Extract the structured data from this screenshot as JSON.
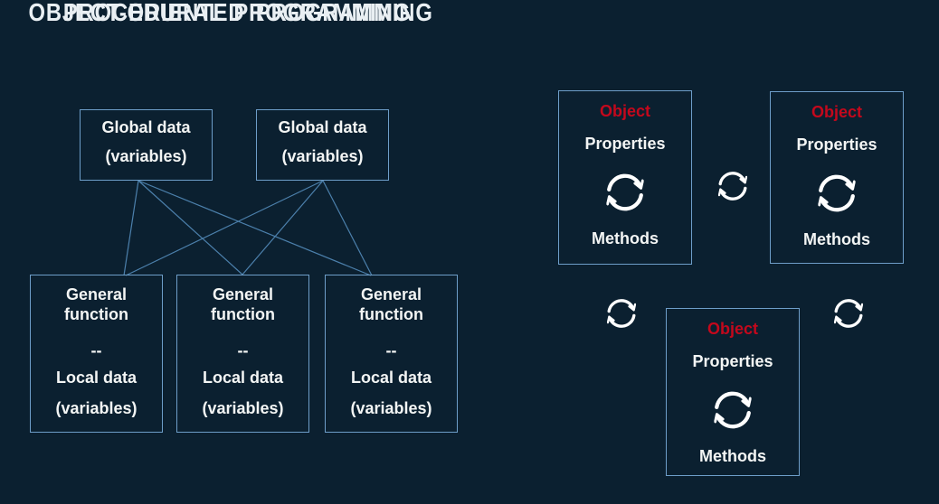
{
  "procedural": {
    "title": "PROCEDURAL PROGRAMMING",
    "global_boxes": [
      {
        "lines": [
          "Global data",
          "(variables)"
        ]
      },
      {
        "lines": [
          "Global data",
          "(variables)"
        ]
      }
    ],
    "function_boxes": [
      {
        "lines": [
          "General",
          "function",
          "--",
          "Local data",
          "(variables)"
        ]
      },
      {
        "lines": [
          "General",
          "function",
          "--",
          "Local data",
          "(variables)"
        ]
      },
      {
        "lines": [
          "General",
          "function",
          "--",
          "Local data",
          "(variables)"
        ]
      }
    ]
  },
  "oop": {
    "title": "OBJECT-ORIENTED PROGRAMMING",
    "objects": [
      {
        "label": "Object",
        "properties_label": "Properties",
        "methods_label": "Methods"
      },
      {
        "label": "Object",
        "properties_label": "Properties",
        "methods_label": "Methods"
      },
      {
        "label": "Object",
        "properties_label": "Properties",
        "methods_label": "Methods"
      }
    ],
    "icon": "circular-arrows-sync"
  },
  "colors": {
    "background": "#0b2030",
    "box_border": "#6e9ec9",
    "connector_line": "#4c80ac",
    "object_label_red": "#c4081c",
    "text": "#f3f5f4",
    "icon_white": "#ffffff"
  }
}
